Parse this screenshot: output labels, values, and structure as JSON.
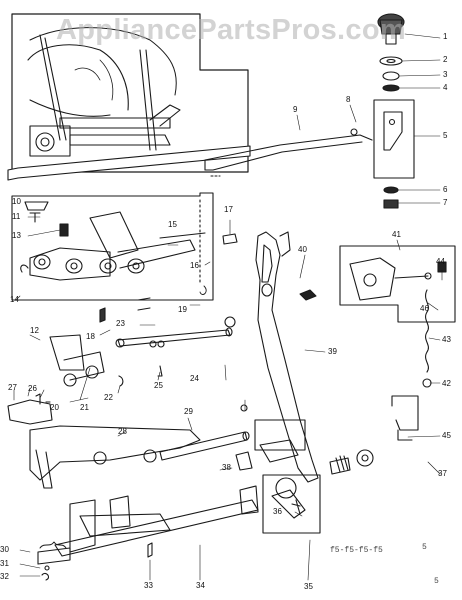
{
  "watermark": "AppliancePartsPros.com",
  "callouts": [
    "1",
    "2",
    "3",
    "4",
    "5",
    "6",
    "7",
    "8",
    "9",
    "10",
    "11",
    "12",
    "13",
    "14",
    "15",
    "16",
    "17",
    "18",
    "19",
    "20",
    "21",
    "22",
    "23",
    "24",
    "25",
    "26",
    "27",
    "28",
    "29",
    "30",
    "31",
    "32",
    "33",
    "34",
    "35",
    "36",
    "37",
    "38",
    "39",
    "40",
    "41",
    "42",
    "43",
    "44",
    "45",
    "46"
  ],
  "footer": {
    "left": "5",
    "center": "f5-f5-f5-f5",
    "right": "5"
  },
  "colors": {
    "ink": "#1a1a1a",
    "watermark": "#afafaf"
  }
}
